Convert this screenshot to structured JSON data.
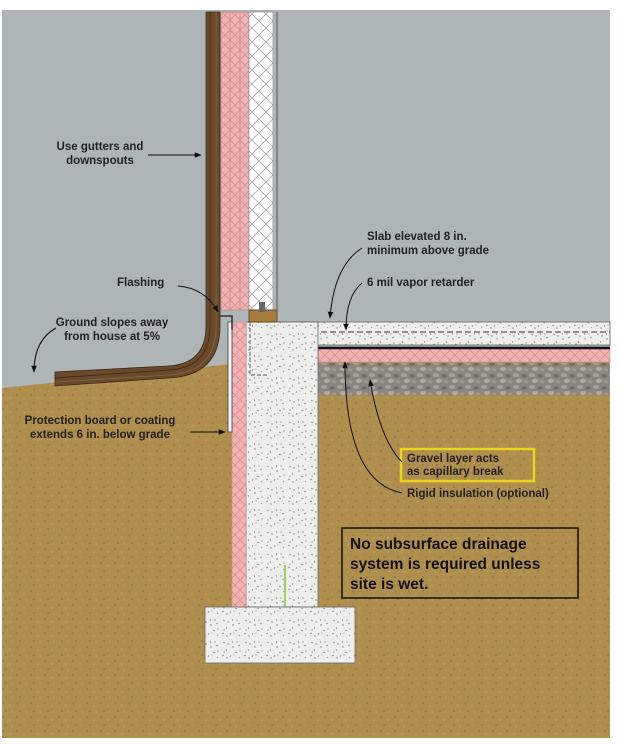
{
  "labels": {
    "gutters": [
      "Use gutters and",
      "downspouts"
    ],
    "flashing": "Flashing",
    "ground": [
      "Ground slopes away",
      "from house at 5%"
    ],
    "protection": [
      "Protection board or coating",
      "extends 6 in. below grade"
    ],
    "slab": [
      "Slab elevated 8 in.",
      "minimum above grade"
    ],
    "vapor": "6 mil vapor retarder",
    "gravel": [
      "Gravel layer acts",
      "as capillary break"
    ],
    "rigid": "Rigid insulation (optional)"
  },
  "note": [
    "No subsurface drainage",
    "system is required unless",
    "site is wet."
  ],
  "colors": {
    "sky": "#adb5b7",
    "soil": "#b08e4e",
    "concrete": "#eeeeec",
    "insulation": "#f0b4b4",
    "gravel": "#8b8780",
    "downspout": "#5a3e24",
    "highlight": "#e8d51c",
    "sill": "#a67c3c"
  }
}
